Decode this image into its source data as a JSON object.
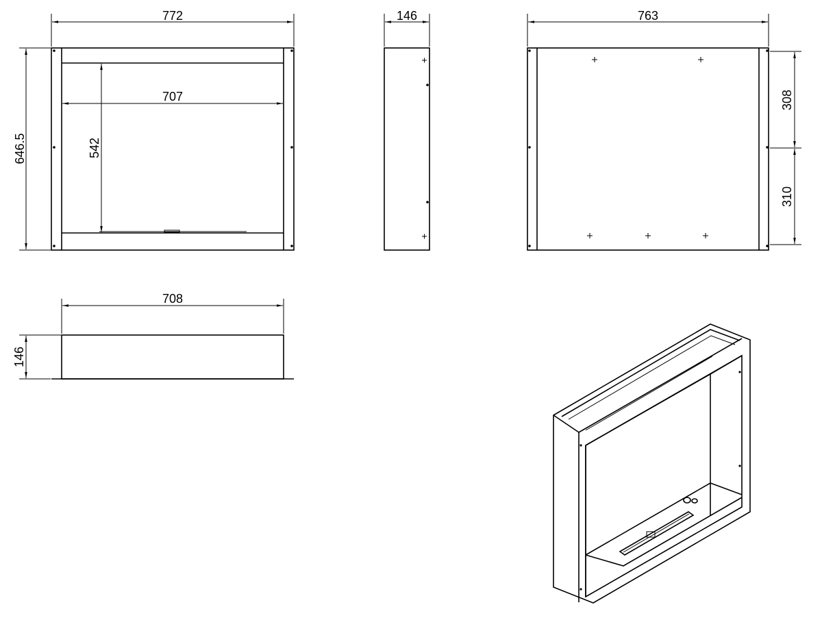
{
  "front_view": {
    "overall_width": "772",
    "overall_height": "646.5",
    "inner_width": "707",
    "inner_height": "542"
  },
  "side_view": {
    "depth": "146"
  },
  "back_view": {
    "width": "763",
    "upper_segment": "308",
    "lower_segment": "310"
  },
  "top_view": {
    "width": "708",
    "depth": "146"
  }
}
